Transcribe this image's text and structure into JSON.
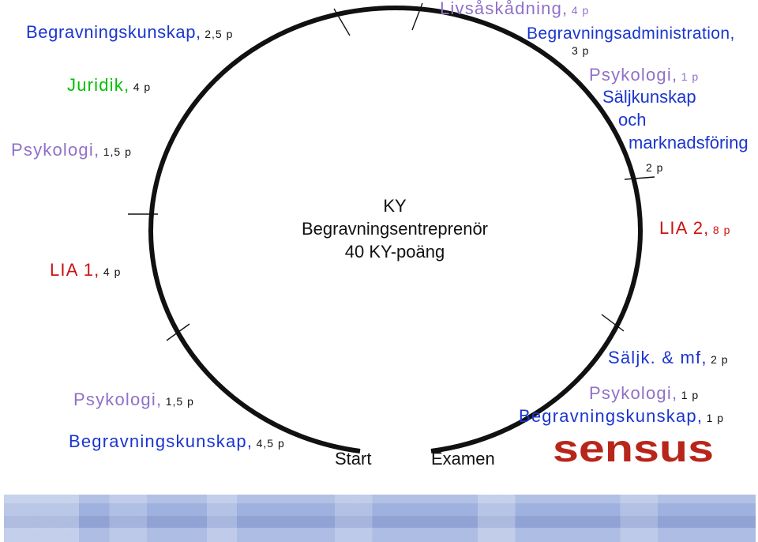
{
  "colors": {
    "blue": "#1a35d0",
    "green": "#00c000",
    "purple": "#9070c8",
    "red": "#cc1111",
    "dark": "#111111",
    "logo_red": "#b8261b",
    "band": "#9fb1de"
  },
  "center": {
    "line1": "KY",
    "line2": "Begravningsentreprenör",
    "line3": "40 KY-poäng"
  },
  "endpoints": {
    "start": "Start",
    "exam": "Examen"
  },
  "courses": [
    {
      "name": "Livsåskådning,",
      "points": "4 p"
    },
    {
      "name": "Begravningsadministration,",
      "points": "3 p"
    },
    {
      "name": "Psykologi,",
      "points": "1 p"
    },
    {
      "name": "Säljkunskap",
      "name2": "och",
      "name3": "marknadsföring",
      "points": "2 p"
    },
    {
      "name": "LIA 2,",
      "points": "8 p"
    },
    {
      "name": "Säljk. & mf,",
      "points": "2 p"
    },
    {
      "name": "Psykologi,",
      "points": "1 p"
    },
    {
      "name": "Begravningskunskap,",
      "points": "1 p"
    },
    {
      "name": "Begravningskunskap,",
      "points": "2,5 p"
    },
    {
      "name": "Juridik,",
      "points": "4 p"
    },
    {
      "name": "Psykologi,",
      "points": "1,5 p"
    },
    {
      "name": "LIA 1,",
      "points": "4 p"
    },
    {
      "name": "Psykologi,",
      "points": "1,5 p"
    },
    {
      "name": "Begravningskunskap,",
      "points": "4,5 p"
    }
  ],
  "logo": {
    "text": "sensus"
  }
}
